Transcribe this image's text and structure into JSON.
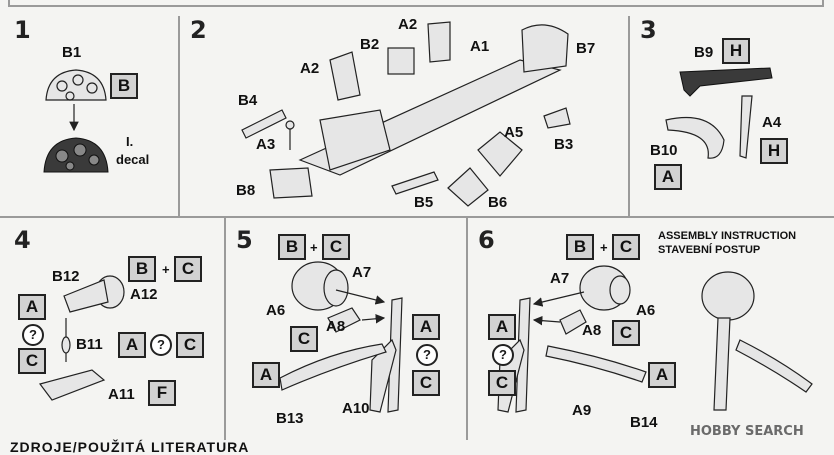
{
  "steps": {
    "s1": {
      "number": "1",
      "part_b1": "B1",
      "sheet_b": "B",
      "decal_line1": "I.",
      "decal_line2": "decal"
    },
    "s2": {
      "number": "2",
      "a2_top": "A2",
      "b2": "B2",
      "a1": "A1",
      "b7": "B7",
      "a2_left": "A2",
      "b4": "B4",
      "a3": "A3",
      "a5": "A5",
      "b3": "B3",
      "b8": "B8",
      "b5": "B5",
      "b6": "B6"
    },
    "s3": {
      "number": "3",
      "b9": "B9",
      "sheet_h_top": "H",
      "a4": "A4",
      "b10": "B10",
      "sheet_h_bottom": "H",
      "sheet_a": "A"
    },
    "s4": {
      "number": "4",
      "b12": "B12",
      "sheet_b": "B",
      "plus": "+",
      "sheet_c": "C",
      "a12": "A12",
      "sheet_a_left": "A",
      "or_mark": "?",
      "sheet_c_left": "C",
      "b11": "B11",
      "sheet_a_mid": "A",
      "or_mark_mid": "?",
      "sheet_c_mid": "C",
      "a11": "A11",
      "sheet_f": "F"
    },
    "s5": {
      "number": "5",
      "sheet_b": "B",
      "plus": "+",
      "sheet_c": "C",
      "a7": "A7",
      "a6": "A6",
      "sheet_c_left": "C",
      "a8": "A8",
      "sheet_a_right": "A",
      "or_mark": "?",
      "sheet_c_right": "C",
      "sheet_a_left": "A",
      "b13": "B13",
      "a10": "A10"
    },
    "s6": {
      "number": "6",
      "note_line1": "ASSEMBLY INSTRUCTION",
      "note_line2": "STAVEBNÍ POSTUP",
      "sheet_b": "B",
      "plus": "+",
      "sheet_c": "C",
      "a7": "A7",
      "a6": "A6",
      "sheet_a_left": "A",
      "a8": "A8",
      "sheet_c_right": "C",
      "or_mark": "?",
      "sheet_c_left": "C",
      "sheet_a_right": "A",
      "a9": "A9",
      "b14": "B14"
    }
  },
  "footer": {
    "heading": "ZDROJE/POUŽITÁ LITERATURA"
  },
  "watermark": {
    "text": "HOBBY SEARCH"
  }
}
